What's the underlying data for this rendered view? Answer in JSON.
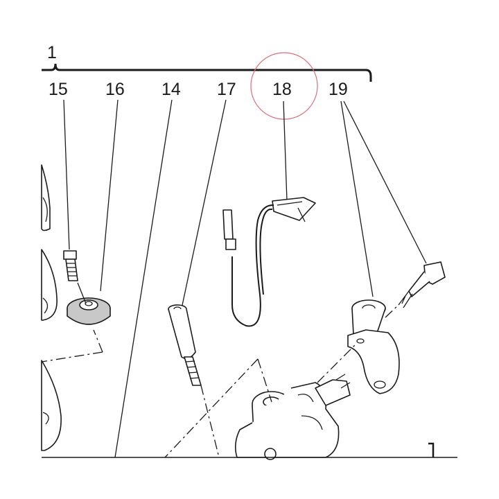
{
  "group_label": "1",
  "callouts": [
    "15",
    "16",
    "14",
    "17",
    "18",
    "19"
  ],
  "highlight_color": "#d9707a"
}
